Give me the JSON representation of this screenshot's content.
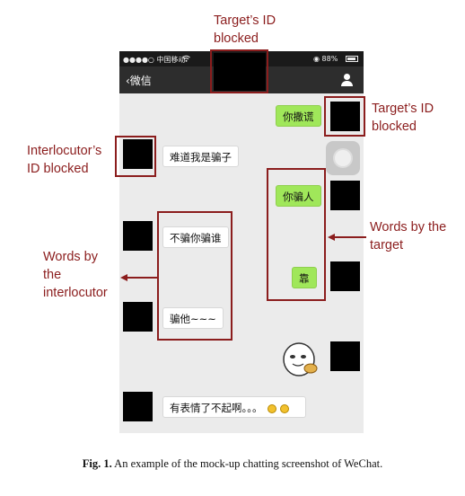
{
  "annotations": {
    "target_id_top": [
      "Target’s ID",
      "blocked"
    ],
    "target_id_right": [
      "Target’s ID",
      "blocked"
    ],
    "interlocutor_id": [
      "Interlocutor’s",
      "ID blocked"
    ],
    "words_target": [
      "Words by the",
      "target"
    ],
    "words_interlocutor": [
      "Words by",
      "the",
      "interlocutor"
    ]
  },
  "phone": {
    "status_left": "●●●●○ 中国移动 ",
    "status_right": "◉ 88%",
    "back_label": "‹微信",
    "messages": [
      {
        "side": "right",
        "text": "你撒谎"
      },
      {
        "side": "left",
        "text": "难道我是骗子"
      },
      {
        "side": "right",
        "text": "你骗人"
      },
      {
        "side": "left",
        "text": "不骗你骗谁"
      },
      {
        "side": "right",
        "text": "靠"
      },
      {
        "side": "left",
        "text": "骗他~~~"
      },
      {
        "side": "left",
        "text": "有表情了不起啊。。。"
      }
    ]
  },
  "caption": {
    "label": "Fig. 1.",
    "text": " An example of the mock-up chatting screenshot of WeChat."
  }
}
